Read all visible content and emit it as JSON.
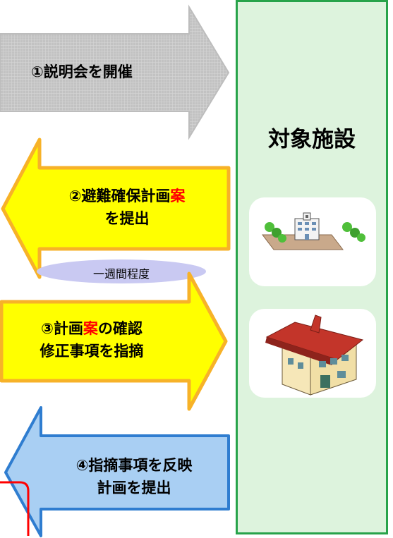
{
  "colors": {
    "panel_fill": "#ddf3dd",
    "panel_border": "#27a34a",
    "gray_arrow": "#bfbfbf",
    "yellow_arrow": "#ffff00",
    "orange_border": "#f7b228",
    "blue_arrow": "#a9cff3",
    "blue_border": "#2f7dd0",
    "oval": "#c9c9f2",
    "accent_red": "#ff0000"
  },
  "panel": {
    "title": "対象施設"
  },
  "steps": {
    "step1": {
      "text": "①説明会を開催"
    },
    "step2": {
      "line1_a": "②避難確保計画",
      "line1_b": "案",
      "line2": "を提出"
    },
    "duration": {
      "text": "一週間程度"
    },
    "step3": {
      "line1_a": "③計画",
      "line1_b": "案",
      "line1_c": "の確認",
      "line2": "修正事項を指摘"
    },
    "step4": {
      "line1": "④指摘事項を反映",
      "line2": "計画を提出"
    }
  },
  "icons": {
    "facility": "school-building-icon",
    "house": "house-icon"
  }
}
